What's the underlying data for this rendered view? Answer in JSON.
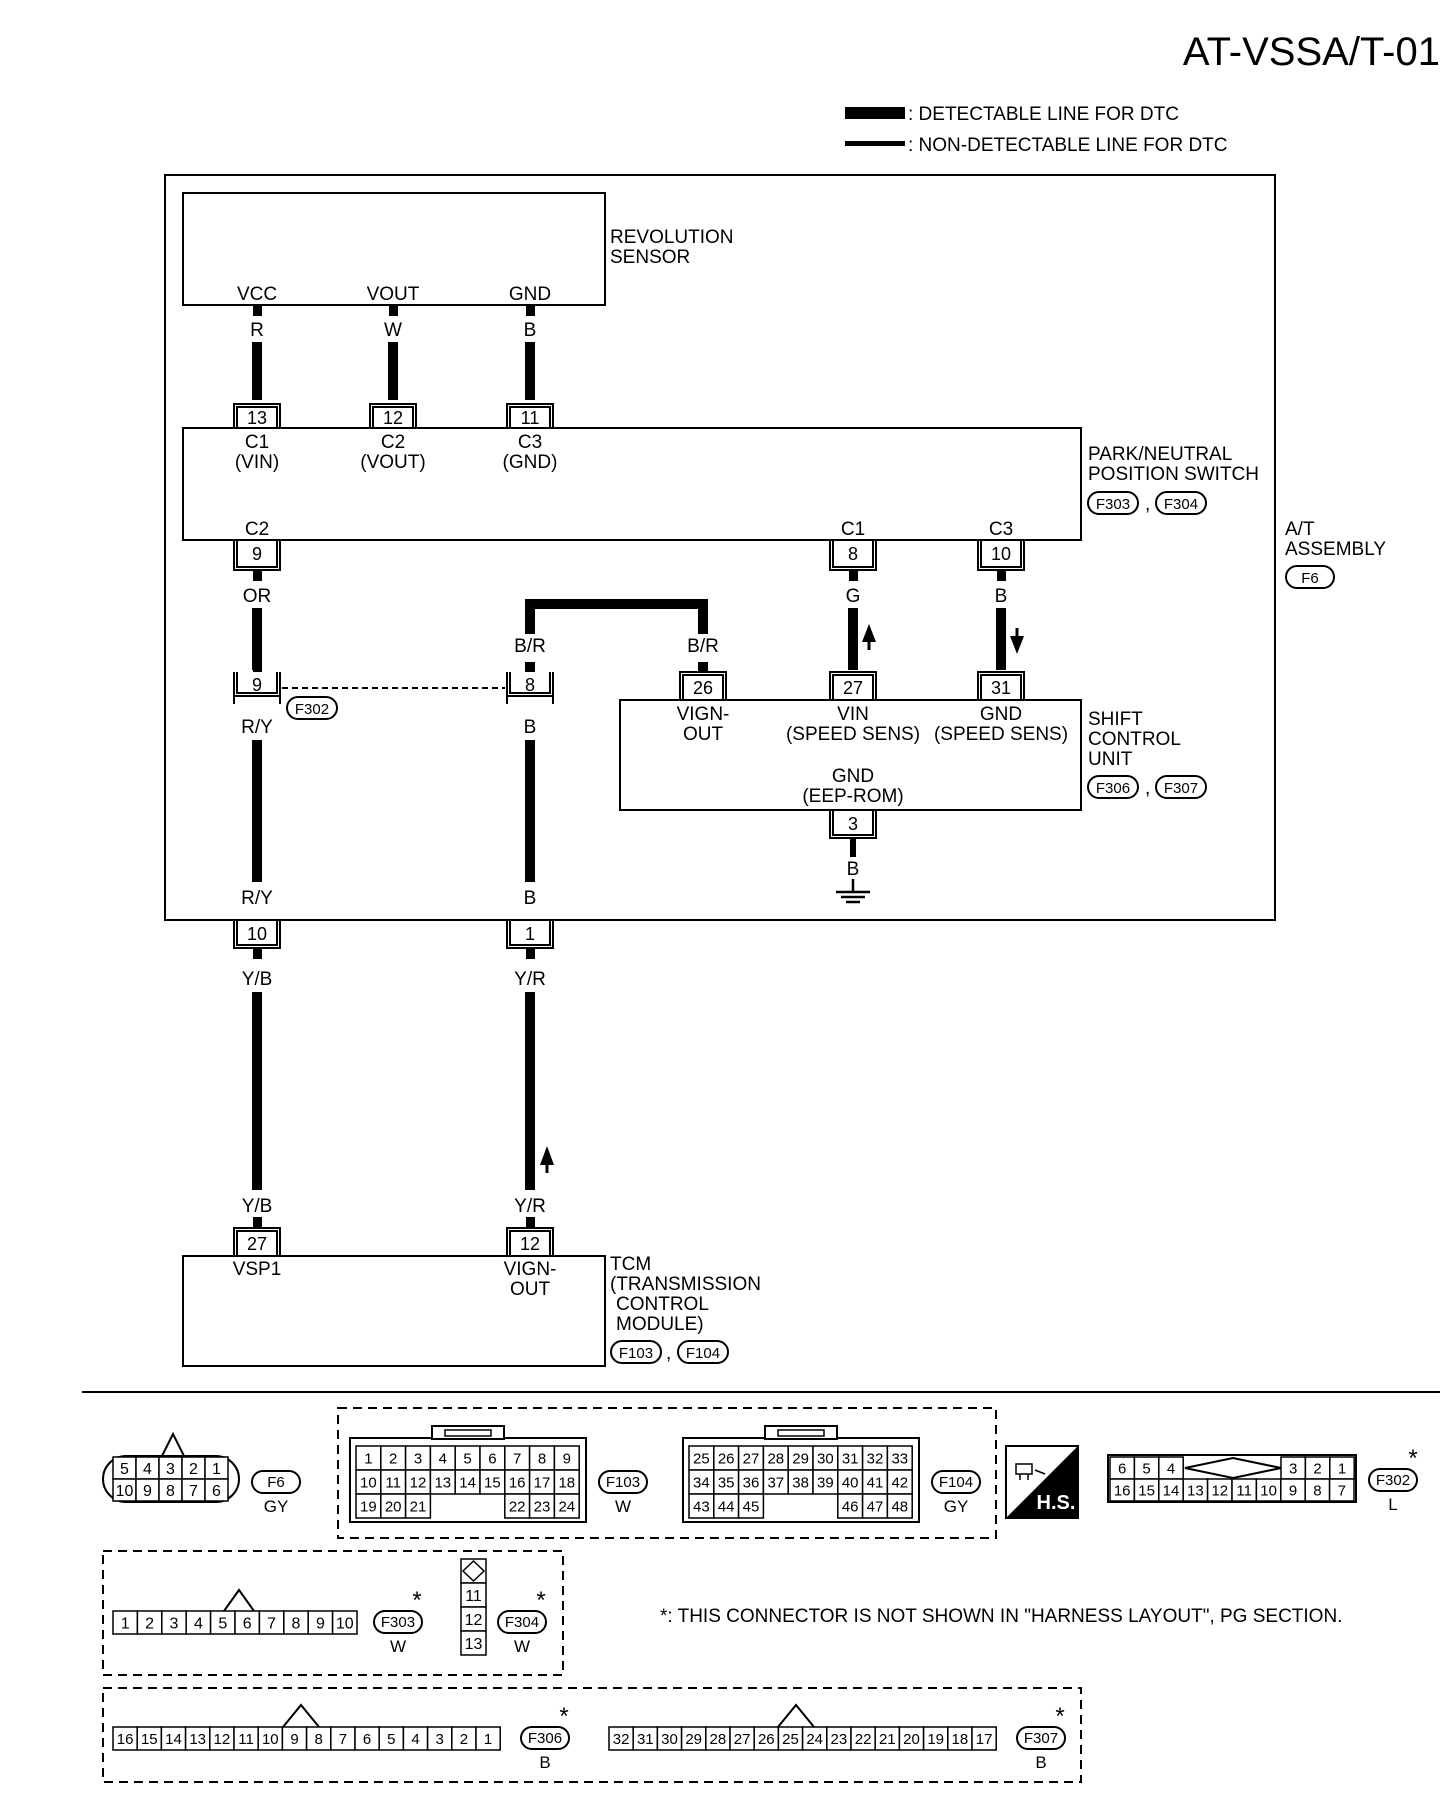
{
  "title": "AT-VSSA/T-01",
  "legend": {
    "detectable": ": DETECTABLE LINE FOR DTC",
    "non_detectable": ": NON-DETECTABLE LINE FOR DTC"
  },
  "assembly": {
    "label1": "A/T",
    "label2": "ASSEMBLY",
    "connector": "F6"
  },
  "revolution_sensor": {
    "label1": "REVOLUTION",
    "label2": "SENSOR",
    "pins": [
      "VCC",
      "VOUT",
      "GND"
    ],
    "wires": [
      "R",
      "W",
      "B"
    ]
  },
  "pnp_switch": {
    "label1": "PARK/NEUTRAL",
    "label2": "POSITION SWITCH",
    "conn1": "F303",
    "conn2": "F304",
    "top_pins": [
      "13",
      "12",
      "11"
    ],
    "top_names": [
      "C1",
      "C2",
      "C3"
    ],
    "top_subs": [
      "(VIN)",
      "(VOUT)",
      "(GND)"
    ],
    "bot_names": [
      "C2",
      "C1",
      "C3"
    ],
    "bot_pins": [
      "9",
      "8",
      "10"
    ]
  },
  "wires": {
    "or": "OR",
    "g": "G",
    "b": "B",
    "br1": "B/R",
    "br2": "B/R",
    "ry1": "R/Y",
    "b2": "B",
    "ry2": "R/Y",
    "b3": "B",
    "yb1": "Y/B",
    "yr1": "Y/R",
    "yb2": "Y/B",
    "yr2": "Y/R",
    "ground_b": "B"
  },
  "f302": {
    "pin_a": "9",
    "pin_b": "8",
    "label": "F302"
  },
  "shift_control_unit": {
    "label1": "SHIFT",
    "label2": "CONTROL",
    "label3": "UNIT",
    "conn1": "F306",
    "conn2": "F307",
    "pins": [
      "26",
      "27",
      "31"
    ],
    "p1a": "VIGN-",
    "p1b": "OUT",
    "p2a": "VIN",
    "p2b": "(SPEED SENS)",
    "p3a": "GND",
    "p3b": "(SPEED SENS)",
    "gnd_a": "GND",
    "gnd_b": "(EEP-ROM)",
    "gnd_pin": "3"
  },
  "f6_pins": {
    "a": "10",
    "b": "1"
  },
  "tcm": {
    "label1": "TCM",
    "label2": "(TRANSMISSION",
    "label3": "CONTROL",
    "label4": "MODULE)",
    "conn1": "F103",
    "conn2": "F104",
    "pins": [
      "27",
      "12"
    ],
    "p1": "VSP1",
    "p2a": "VIGN-",
    "p2b": "OUT"
  },
  "connector_views": {
    "f6": {
      "label": "F6",
      "color": "GY",
      "top": [
        "5",
        "4",
        "3",
        "2",
        "1"
      ],
      "bot": [
        "10",
        "9",
        "8",
        "7",
        "6"
      ]
    },
    "f103": {
      "label": "F103",
      "color": "W",
      "r1": [
        "1",
        "2",
        "3",
        "4",
        "5",
        "6",
        "7",
        "8",
        "9"
      ],
      "r2": [
        "10",
        "11",
        "12",
        "13",
        "14",
        "15",
        "16",
        "17",
        "18"
      ],
      "r3a": [
        "19",
        "20",
        "21"
      ],
      "r3b": [
        "22",
        "23",
        "24"
      ]
    },
    "f104": {
      "label": "F104",
      "color": "GY",
      "r1": [
        "25",
        "26",
        "27",
        "28",
        "29",
        "30",
        "31",
        "32",
        "33"
      ],
      "r2": [
        "34",
        "35",
        "36",
        "37",
        "38",
        "39",
        "40",
        "41",
        "42"
      ],
      "r3a": [
        "43",
        "44",
        "45"
      ],
      "r3b": [
        "46",
        "47",
        "48"
      ]
    },
    "hs": "H.S.",
    "f302": {
      "label": "F302",
      "color": "L",
      "ta": [
        "6",
        "5",
        "4"
      ],
      "tb": [
        "3",
        "2",
        "1"
      ],
      "bot": [
        "16",
        "15",
        "14",
        "13",
        "12",
        "11",
        "10",
        "9",
        "8",
        "7"
      ]
    },
    "f303": {
      "label": "F303",
      "color": "W",
      "pins": [
        "1",
        "2",
        "3",
        "4",
        "5",
        "6",
        "7",
        "8",
        "9",
        "10"
      ]
    },
    "f304": {
      "label": "F304",
      "color": "W",
      "pins": [
        "11",
        "12",
        "13"
      ]
    },
    "note": "*: THIS CONNECTOR IS NOT SHOWN IN \"HARNESS LAYOUT\", PG SECTION.",
    "f306": {
      "label": "F306",
      "color": "B",
      "pins": [
        "16",
        "15",
        "14",
        "13",
        "12",
        "11",
        "10",
        "9",
        "8",
        "7",
        "6",
        "5",
        "4",
        "3",
        "2",
        "1"
      ]
    },
    "f307": {
      "label": "F307",
      "color": "B",
      "pins": [
        "32",
        "31",
        "30",
        "29",
        "28",
        "27",
        "26",
        "25",
        "24",
        "23",
        "22",
        "21",
        "20",
        "19",
        "18",
        "17"
      ]
    },
    "star": "*"
  }
}
